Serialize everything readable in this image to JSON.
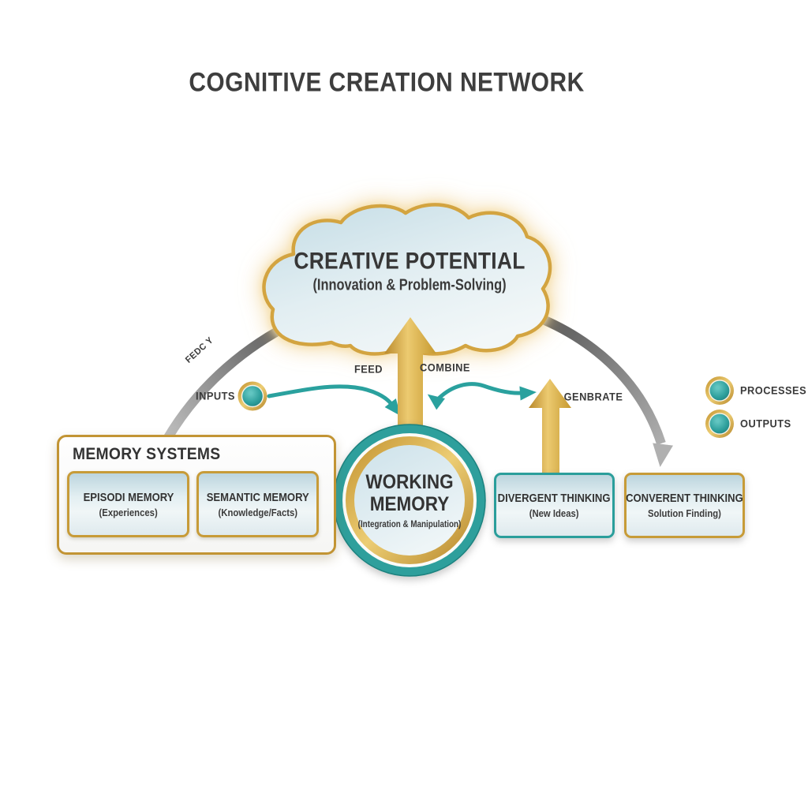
{
  "title": "COGNITIVE CREATION NETWORK",
  "cloud": {
    "title": "CREATIVE POTENTIAL",
    "subtitle": "(Innovation & Problem-Solving)"
  },
  "working_memory": {
    "line1": "WORKING",
    "line2": "MEMORY",
    "subtitle": "(Integration & Manipulation)"
  },
  "memory_systems": {
    "header": "MEMORY SYSTEMS",
    "items": [
      {
        "title": "EPISODI MEMORY",
        "subtitle": "(Experiences)"
      },
      {
        "title": "SEMANTIC MEMORY",
        "subtitle": "(Knowledge/Facts)"
      }
    ]
  },
  "thinking_boxes": [
    {
      "title": "DIVERGENT THINKING",
      "subtitle": "(New Ideas)"
    },
    {
      "title": "CONVERENT THINKING",
      "subtitle": "Solution Finding)"
    }
  ],
  "flow_labels": {
    "feed": "FEED",
    "combine": "COMBINE",
    "generate": "GENBRATE",
    "feedback": "FEDC Y"
  },
  "legend": {
    "inputs": "INPUTS",
    "processes": "PROCESSES",
    "outputs": "OUTPUTS"
  },
  "colors": {
    "teal": "#2aa19e",
    "gold": "#cf9f3a",
    "light_blue": "#d9e9ef",
    "gray_arc": "#8a8a8a",
    "text": "#3d3d3d"
  }
}
